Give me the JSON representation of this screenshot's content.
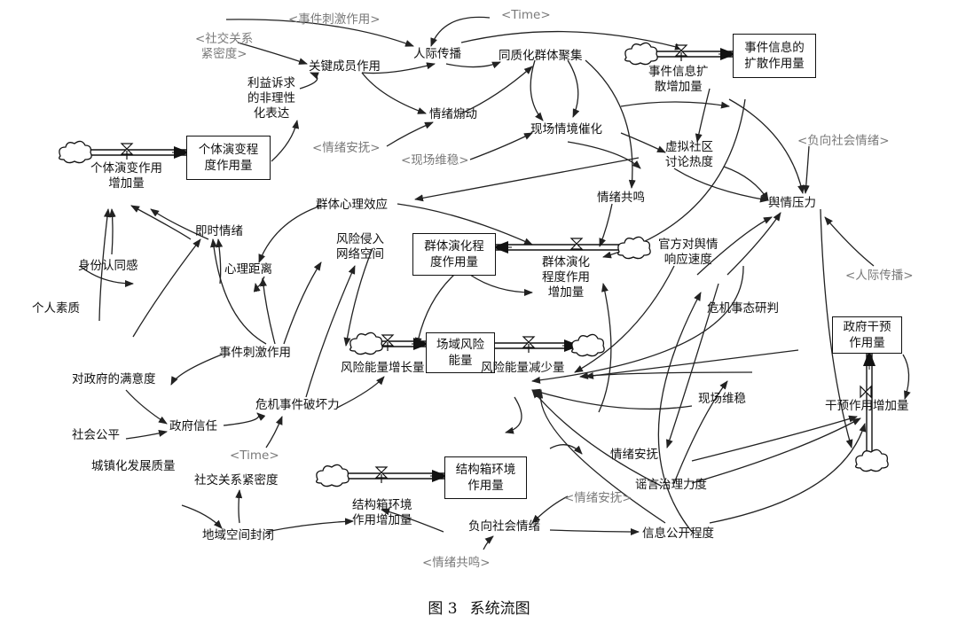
{
  "diagram": {
    "caption_number": "图 3",
    "caption_title": "系统流图",
    "stocks": {
      "individual": "个体演变程\n度作用量",
      "event_info": "事件信息的\n扩散作用量",
      "group": "群体演化程\n度作用量",
      "field_risk": "场域风险\n能量",
      "structure": "结构箱环境\n作用量",
      "government": "政府干预\n作用量"
    },
    "flows": {
      "individual_inc": "个体演变作用\n增加量",
      "event_inc": "事件信息扩\n散增加量",
      "group_inc": "群体演化\n程度作用\n增加量",
      "risk_inc": "风险能量增长量",
      "risk_dec": "风险能量减少量",
      "structure_inc": "结构箱环境\n作用增加量",
      "gov_inc": "干预作用增加量"
    },
    "variables": {
      "interpersonal": "人际传播",
      "homogenize": "同质化群体聚集",
      "key_member": "关键成员作用",
      "interest": "利益诉求\n的非理性\n化表达",
      "emotion_incite": "情绪煽动",
      "scene_catalyst": "现场情境催化",
      "virtual_community": "虚拟社区\n讨论热度",
      "opinion_pressure": "舆情压力",
      "emotion_resonance": "情绪共鸣",
      "group_psych": "群体心理效应",
      "instant_emotion": "即时情绪",
      "identity": "身份认同感",
      "psych_distance": "心理距离",
      "risk_invade": "风险侵入\n网络空间",
      "official_response": "官方对舆情\n响应速度",
      "crisis_study": "危机事态研判",
      "personal_quality": "个人素质",
      "event_stimulus": "事件刺激作用",
      "gov_satisfaction": "对政府的满意度",
      "scene_stability": "现场维稳",
      "social_fairness": "社会公平",
      "gov_trust": "政府信任",
      "crisis_damage": "危机事件破坏力",
      "emotion_soothe": "情绪安抚",
      "rumor_control": "谣言治理力度",
      "urbanization": "城镇化发展质量",
      "social_tie_density": "社交关系紧密度",
      "regional_closure": "地域空间封闭",
      "negative_emotion": "负向社会情绪",
      "info_disclosure": "信息公开程度"
    },
    "shadows": {
      "event_stimulus": "<事件刺激作用>",
      "time_top": "<Time>",
      "social_tie": "<社交关系\n紧密度>",
      "negative_emotion": "<负向社会情绪>",
      "emotion_soothe_1": "<情绪安抚>",
      "scene_stability": "<现场维稳>",
      "interpersonal": "<人际传播>",
      "time_bottom": "<Time>",
      "emotion_soothe_2": "<情绪安抚>",
      "emotion_resonance": "<情绪共鸣>"
    }
  }
}
